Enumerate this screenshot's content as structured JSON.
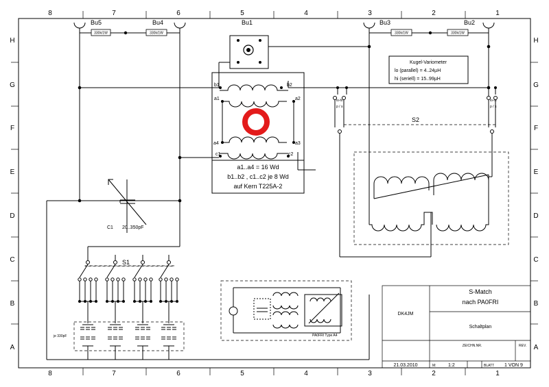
{
  "sheet": {
    "columns": [
      "8",
      "7",
      "6",
      "5",
      "4",
      "3",
      "2",
      "1"
    ],
    "rows": [
      "H",
      "G",
      "F",
      "E",
      "D",
      "C",
      "B",
      "A"
    ]
  },
  "connectors": {
    "bu5": "Bu5",
    "bu4": "Bu4",
    "bu1": "Bu1",
    "bu3": "Bu3",
    "bu2": "Bu2",
    "resistor_value": "330k/1W"
  },
  "transformer": {
    "b1": "b1",
    "b2": "b2",
    "a1": "a1",
    "a2": "a2",
    "a3": "a3",
    "a4": "a4",
    "c1": "c1",
    "c2": "c2",
    "notes": [
      "a1..a4 = 16 Wd",
      "b1..b2 , c1..c2 je 8 Wd",
      "auf Kern T225A-2"
    ]
  },
  "variometer": {
    "title": "Kugel-Variometer",
    "lines": [
      "lo (parallel)  =    4..24µH",
      "hi (seriell)   =   15..99µH"
    ],
    "switch_label": "S2",
    "contact_label": "lo-hi",
    "contact_sub": "p / s"
  },
  "capacitor": {
    "name": "C1",
    "value": "20..350pF"
  },
  "switch_s1": {
    "name": "S1",
    "cap_note": "je 330pF"
  },
  "inset": {
    "caption": "PA0FRI Type A4"
  },
  "title_block": {
    "title_line1": "S-Match",
    "title_line2": "nach PA0FRI",
    "author": "DK4JM",
    "kind": "Schaltplan",
    "drawing_no": "ZEICHN.NR.",
    "rev": "REV.",
    "date": "21.03.2010",
    "scale_label": "M:",
    "scale": "1:2",
    "sheet_label": "BLATT",
    "sheet": "1 VON 9"
  }
}
